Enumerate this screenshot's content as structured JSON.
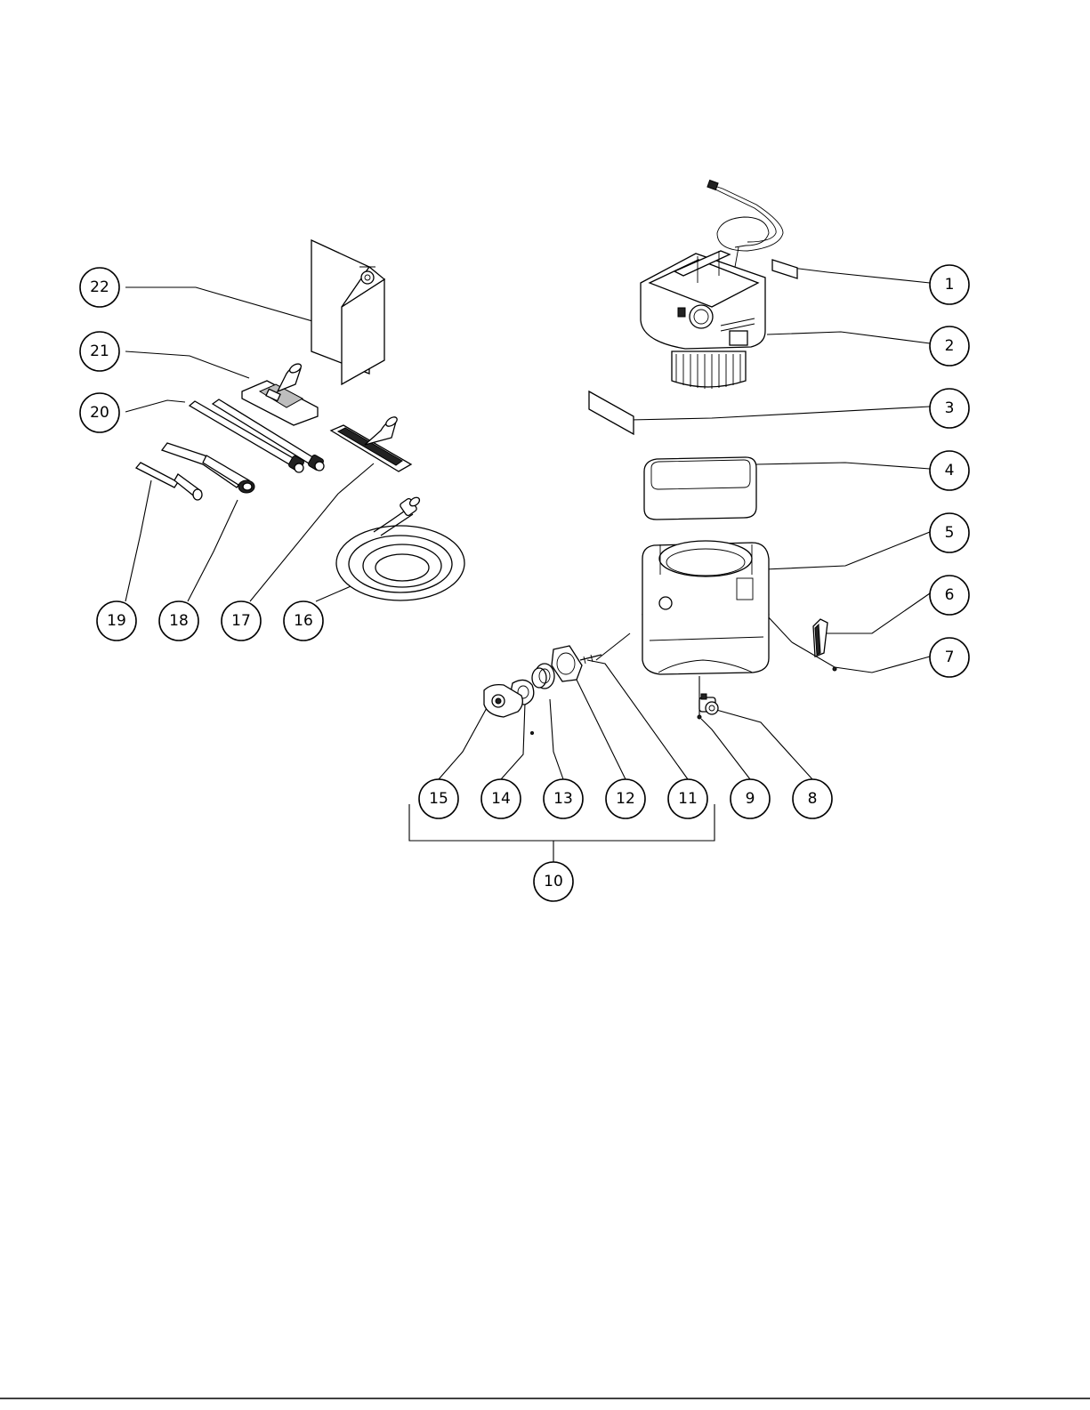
{
  "diagram": {
    "callouts": [
      {
        "id": "1",
        "label": "1"
      },
      {
        "id": "2",
        "label": "2"
      },
      {
        "id": "3",
        "label": "3"
      },
      {
        "id": "4",
        "label": "4"
      },
      {
        "id": "5",
        "label": "5"
      },
      {
        "id": "6",
        "label": "6"
      },
      {
        "id": "7",
        "label": "7"
      },
      {
        "id": "8",
        "label": "8"
      },
      {
        "id": "9",
        "label": "9"
      },
      {
        "id": "10",
        "label": "10"
      },
      {
        "id": "11",
        "label": "11"
      },
      {
        "id": "12",
        "label": "12"
      },
      {
        "id": "13",
        "label": "13"
      },
      {
        "id": "14",
        "label": "14"
      },
      {
        "id": "15",
        "label": "15"
      },
      {
        "id": "16",
        "label": "16"
      },
      {
        "id": "17",
        "label": "17"
      },
      {
        "id": "18",
        "label": "18"
      },
      {
        "id": "19",
        "label": "19"
      },
      {
        "id": "20",
        "label": "20"
      },
      {
        "id": "21",
        "label": "21"
      },
      {
        "id": "22",
        "label": "22"
      }
    ],
    "parts": [
      {
        "id": "p1",
        "shape": "label-decal",
        "callout": "1"
      },
      {
        "id": "p2",
        "shape": "power-head-with-cord",
        "callout": "2"
      },
      {
        "id": "p3",
        "shape": "label-decal",
        "callout": "3"
      },
      {
        "id": "p4",
        "shape": "gasket-ring",
        "callout": "4"
      },
      {
        "id": "p5",
        "shape": "tank",
        "callout": "5"
      },
      {
        "id": "p6",
        "shape": "latch",
        "callout": "6"
      },
      {
        "id": "p7",
        "shape": "screw",
        "callout": "7"
      },
      {
        "id": "p8",
        "shape": "caster",
        "callout": "8"
      },
      {
        "id": "p9",
        "shape": "screw",
        "callout": "9"
      },
      {
        "id": "p11",
        "shape": "screws",
        "callout": "11"
      },
      {
        "id": "p12",
        "shape": "inlet-gasket",
        "callout": "12"
      },
      {
        "id": "p13",
        "shape": "inlet-fitting",
        "callout": "13"
      },
      {
        "id": "p14",
        "shape": "inlet-gasket",
        "callout": "14"
      },
      {
        "id": "p15",
        "shape": "inlet-housing",
        "callout": "15"
      },
      {
        "id": "p16",
        "shape": "hose",
        "callout": "16"
      },
      {
        "id": "p17",
        "shape": "squeegee-nozzle",
        "callout": "17"
      },
      {
        "id": "p18",
        "shape": "crevice-tool",
        "callout": "18"
      },
      {
        "id": "p19",
        "shape": "small-crevice-tool",
        "callout": "19"
      },
      {
        "id": "p20",
        "shape": "extension-wands",
        "callout": "20"
      },
      {
        "id": "p21",
        "shape": "floor-nozzle",
        "callout": "21"
      },
      {
        "id": "p22",
        "shape": "filter-bag",
        "callout": "22"
      }
    ]
  },
  "style": {
    "line_color": "#000000",
    "background": "#ffffff"
  }
}
